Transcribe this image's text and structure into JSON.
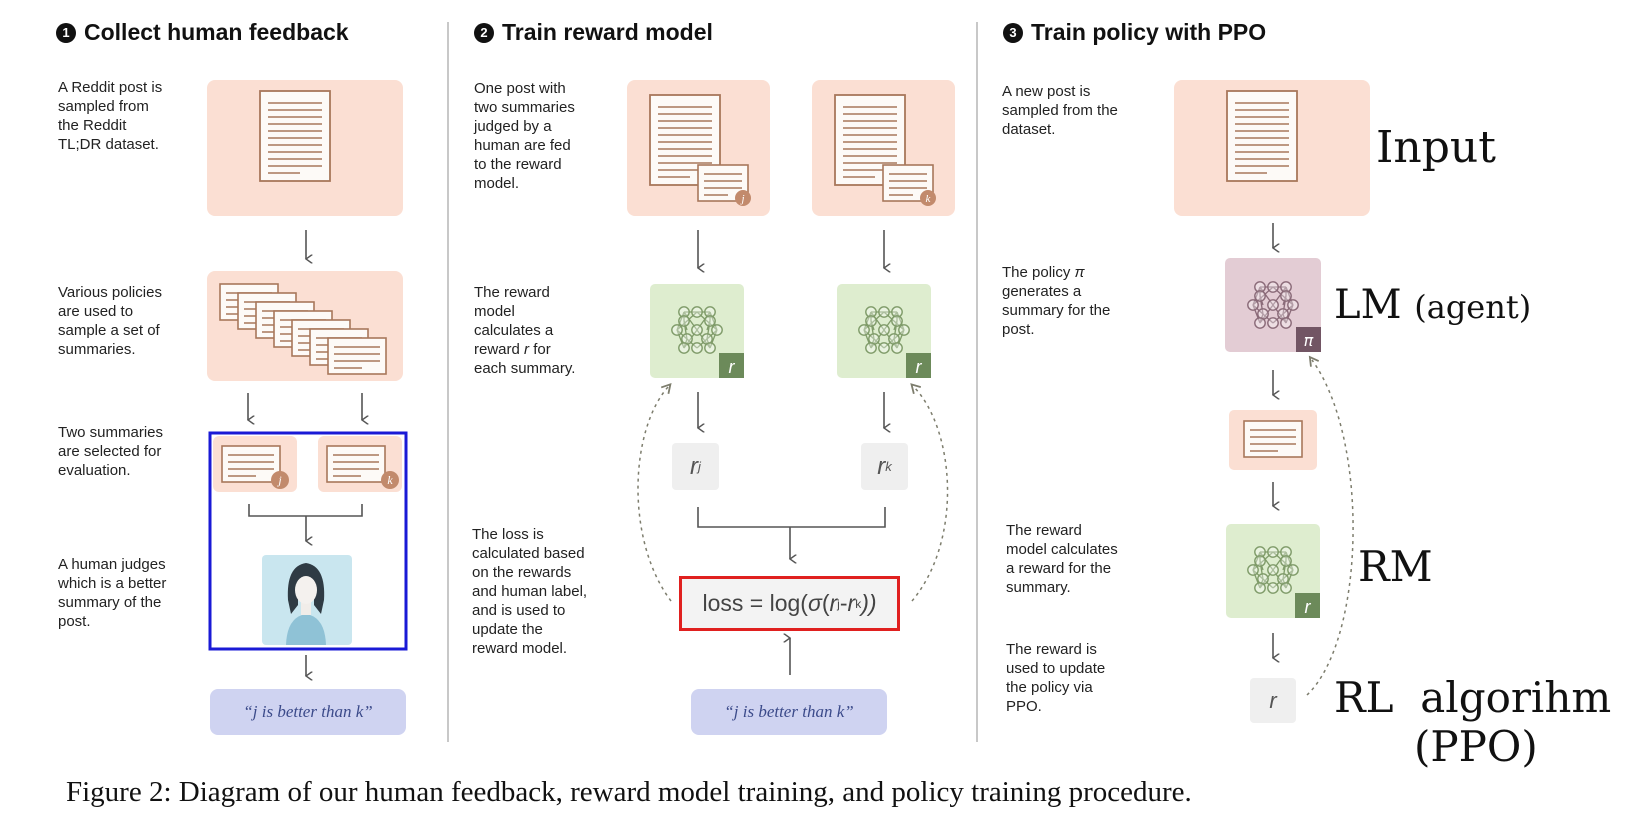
{
  "panels": [
    {
      "num": "1",
      "title": "Collect human feedback"
    },
    {
      "num": "2",
      "title": "Train reward model"
    },
    {
      "num": "3",
      "title": "Train policy with PPO"
    }
  ],
  "panel1": {
    "desc1": "A Reddit post is\nsampled from\nthe Reddit\nTL;DR dataset.",
    "desc2": "Various policies\nare used to\nsample a set of\nsummaries.",
    "desc3": "Two summaries\nare selected for\nevaluation.",
    "desc4": "A human judges\nwhich is a better\nsummary of the\npost.",
    "badge_j": "j",
    "badge_k": "k",
    "label": "“j is better than k”"
  },
  "panel2": {
    "desc1": "One post with\ntwo summaries\njudged by a\nhuman are fed\nto the reward\nmodel.",
    "desc2_a": "The reward\nmodel\ncalculates a\nreward ",
    "desc2_r": "r",
    "desc2_b": " for\neach summary.",
    "desc3": "The loss is\ncalculated based\non the rewards\nand human label,\nand is used to\nupdate the\nreward model.",
    "badge_j": "j",
    "badge_k": "k",
    "rm_badge": "r",
    "r_sym": "r",
    "sub_j": "j",
    "sub_k": "k",
    "loss_prefix": "loss = log(",
    "loss_sigma": "σ",
    "loss_open": "(",
    "loss_r": "r",
    "loss_minus": " - ",
    "loss_close": "))",
    "label": "“j is better than k”"
  },
  "panel3": {
    "desc1": "A new post is\nsampled from the\ndataset.",
    "desc2_a": "The policy ",
    "desc2_pi": "π",
    "desc2_b": "\ngenerates a\nsummary for the\npost.",
    "desc3": "The reward\nmodel calculates\na reward for the\nsummary.",
    "desc4": "The reward is\nused to update\nthe policy via\nPPO.",
    "pi_badge": "π",
    "rm_badge": "r",
    "r_value": "r"
  },
  "annotations": {
    "input": "Input",
    "lm": "LM",
    "agent": "(agent)",
    "rm": "RM",
    "rl": "RL  algorihm",
    "ppo": "(PPO)"
  },
  "caption": "Figure 2: Diagram of our human feedback, reward model training, and policy training procedure.",
  "colors": {
    "doc_bg": "#fbdfd3",
    "doc_line": "#a8775b",
    "badge": "#c28a6c",
    "rm_bg": "#deedcf",
    "rm_line": "#7f9b69",
    "rm_badge": "#6c8a5a",
    "lm_bg": "#e3ccd4",
    "lm_line": "#8a6a78",
    "lm_badge": "#725564",
    "label_bg": "#cfd3f1",
    "highlight": "#1a1ad6",
    "loss_border": "#e0201f"
  }
}
